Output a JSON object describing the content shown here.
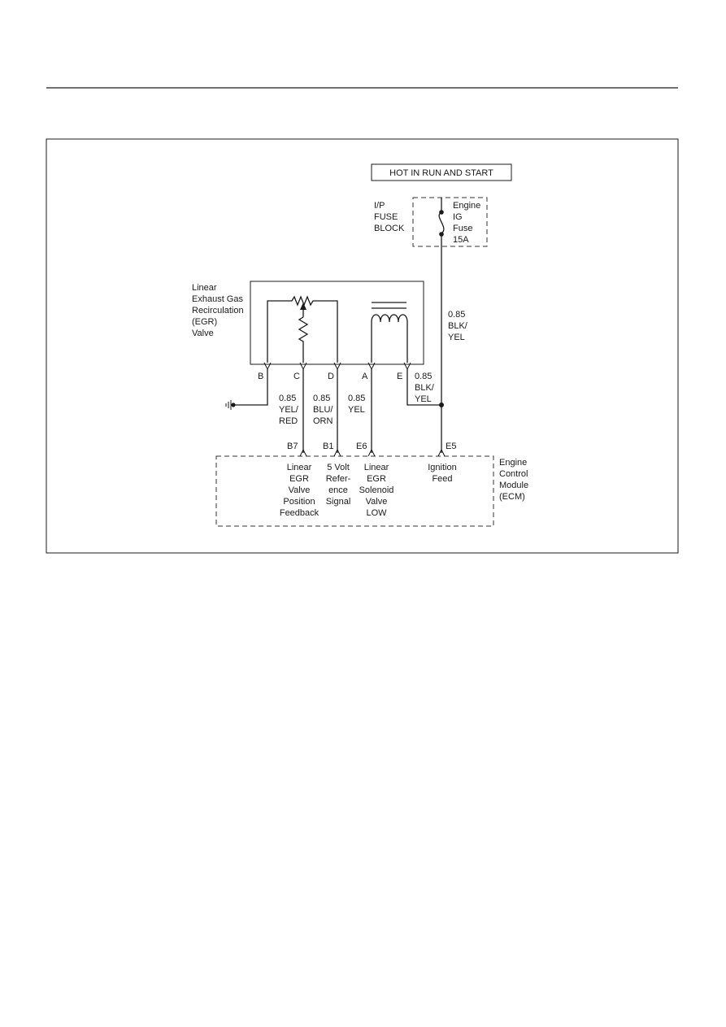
{
  "header": {
    "title": ""
  },
  "banner": {
    "hot_label": "HOT IN RUN AND START"
  },
  "fuse_block": {
    "block_label": [
      "I/P",
      "FUSE",
      "BLOCK"
    ],
    "fuse_label": [
      "Engine",
      "IG",
      "Fuse",
      "15A"
    ]
  },
  "egr_valve": {
    "label": [
      "Linear",
      "Exhaust Gas",
      "Recirculation",
      "(EGR)",
      "Valve"
    ],
    "pins": [
      "B",
      "C",
      "D",
      "A",
      "E"
    ]
  },
  "wires": {
    "fuse_to_splice": [
      "0.85",
      "BLK/",
      "YEL"
    ],
    "pin_e": [
      "0.85",
      "BLK/",
      "YEL"
    ],
    "pin_c": [
      "0.85",
      "YEL/",
      "RED"
    ],
    "pin_d": [
      "0.85",
      "BLU/",
      "ORN"
    ],
    "pin_a": [
      "0.85",
      "YEL"
    ]
  },
  "ecm": {
    "label": [
      "Engine",
      "Control",
      "Module",
      "(ECM)"
    ],
    "pins": [
      "B7",
      "B1",
      "E6",
      "E5"
    ],
    "signals": {
      "b7": [
        "Linear",
        "EGR",
        "Valve",
        "Position",
        "Feedback"
      ],
      "b1": [
        "5 Volt",
        "Refer-",
        "ence",
        "Signal"
      ],
      "e6": [
        "Linear",
        "EGR",
        "Solenoid",
        "Valve",
        "LOW"
      ],
      "e5": [
        "Ignition",
        "Feed"
      ]
    }
  }
}
